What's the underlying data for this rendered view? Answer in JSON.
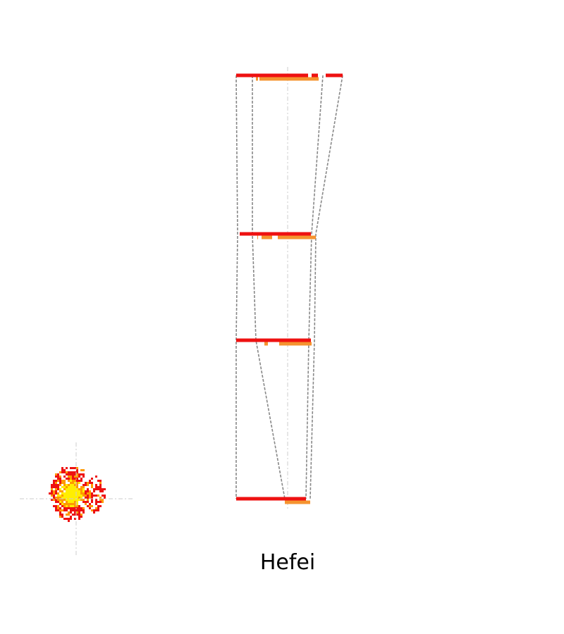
{
  "chart_data": {
    "type": "segment-profile",
    "title": "Hefei",
    "colors": {
      "level_a": "#ee1111",
      "level_b": "#f5932f",
      "connector": "#888888",
      "axis": "#cccccc",
      "blob_hot": "#ee1111",
      "blob_mid": "#ff9900",
      "blob_core": "#ffee00"
    },
    "levels": [
      {
        "name": "level-1",
        "red": [
          [
            -73,
            29
          ],
          [
            34,
            43
          ],
          [
            54,
            78
          ]
        ],
        "orange": [
          [
            -45,
            -42
          ],
          [
            -40,
            44
          ]
        ],
        "connectors_left": [
          -73,
          -50
        ],
        "connectors_right": [
          50,
          78
        ]
      },
      {
        "name": "level-2",
        "red": [
          [
            -68,
            33
          ]
        ],
        "orange": [
          [
            -43,
            -42
          ],
          [
            -37,
            -22
          ],
          [
            -14,
            40
          ]
        ],
        "connectors_left": [
          -71,
          -50
        ],
        "connectors_right": [
          34,
          40
        ]
      },
      {
        "name": "level-3",
        "red": [
          [
            -73,
            33
          ]
        ],
        "orange": [
          [
            -33,
            -28
          ],
          [
            -12,
            34
          ]
        ],
        "connectors_left": [
          -73,
          -45
        ],
        "connectors_right": [
          30,
          38
        ]
      },
      {
        "name": "level-4",
        "red": [
          [
            -73,
            26
          ]
        ],
        "orange": [
          [
            -4,
            32
          ]
        ],
        "connectors_left": [
          -73,
          -4
        ],
        "connectors_right": [
          26,
          32
        ]
      }
    ]
  }
}
